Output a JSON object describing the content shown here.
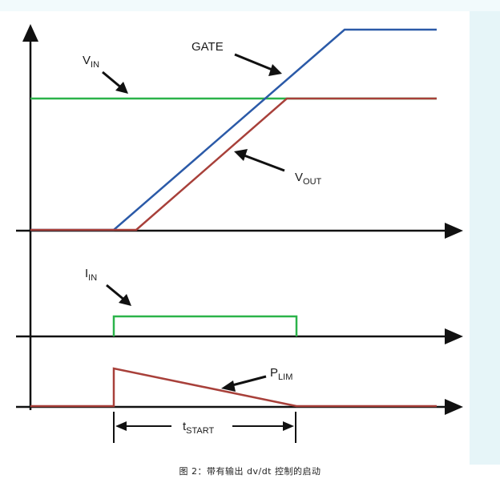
{
  "labels": {
    "gate": "GATE",
    "vin_main": "V",
    "vin_sub": "IN",
    "vout_main": "V",
    "vout_sub": "OUT",
    "iin_main": "I",
    "iin_sub": "IN",
    "plim_main": "P",
    "plim_sub": "LIM",
    "tstart_main": "t",
    "tstart_sub": "START"
  },
  "caption": "图 2：带有输出 dv/dt 控制的启动",
  "colors": {
    "gate": "#2b5aa8",
    "vin": "#2bb34a",
    "vout": "#a8403a",
    "iin": "#2bb34a",
    "plim": "#a8403a",
    "axis": "#111111"
  }
}
